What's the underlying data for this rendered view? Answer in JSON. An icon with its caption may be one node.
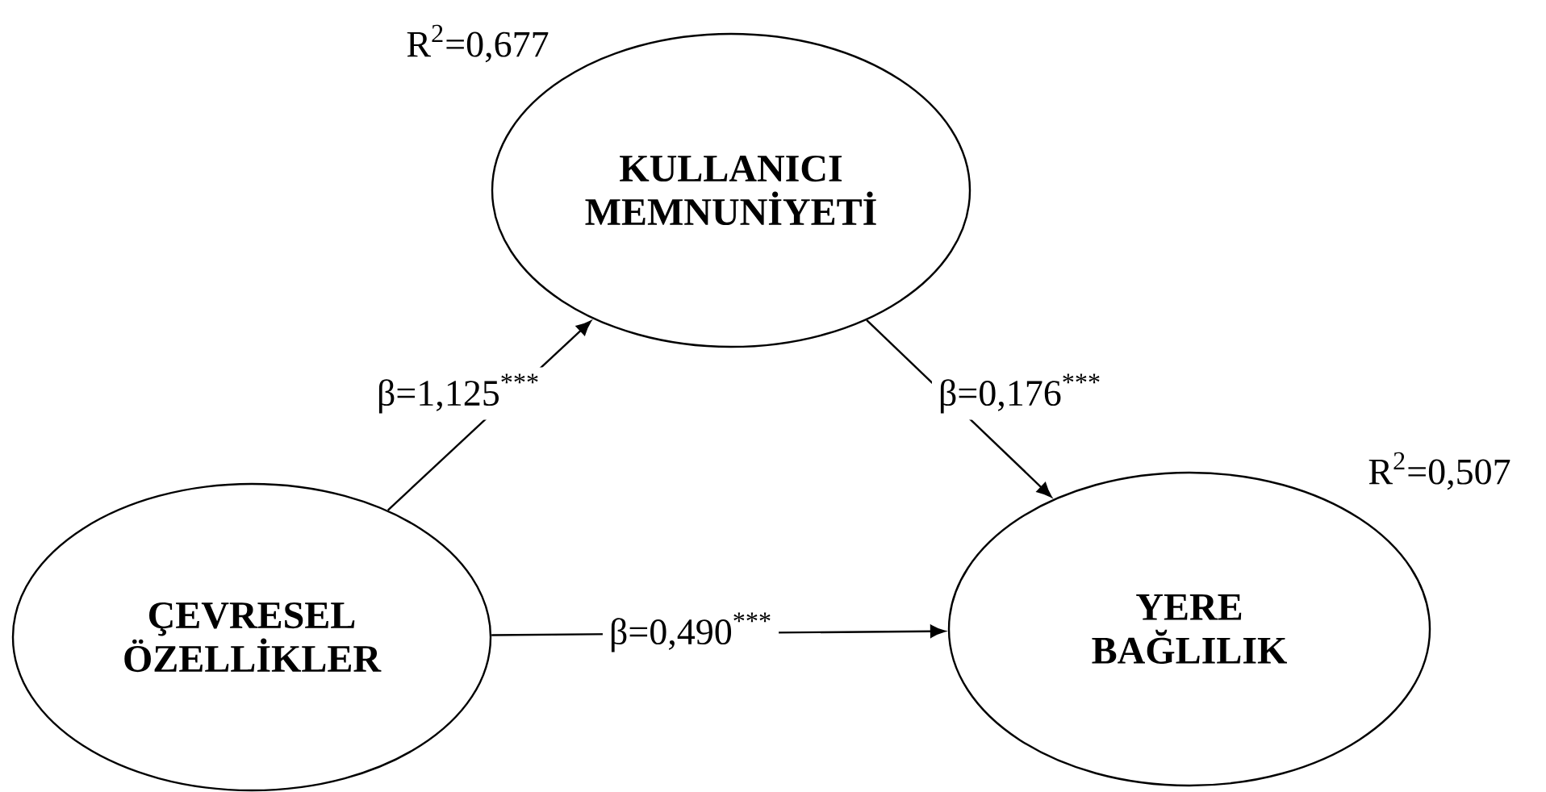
{
  "diagram": {
    "nodes": [
      {
        "text": [
          "KULLANICI MEMNUNİYETİ"
        ],
        "beside": [
          "R$^{2}$=0,677"
        ]
      },
      {
        "text": [
          "ÇEVRESEL ÖZELLİKLER"
        ]
      },
      {
        "text": [
          "YERE BAĞLILIK"
        ],
        "beside": [
          "R$^{2}$=0,507"
        ]
      }
    ],
    "edges": [
      {
        "from": 1,
        "to": 0,
        "arrow": "to",
        "label": "β=1,125$^{***}$"
      },
      {
        "from": 0,
        "to": 2,
        "arrow": "to",
        "label": "β=0,176$^{***}$"
      },
      {
        "from": 1,
        "to": 2,
        "arrow": "to",
        "label": "β=0,490$^{***}$"
      }
    ]
  }
}
